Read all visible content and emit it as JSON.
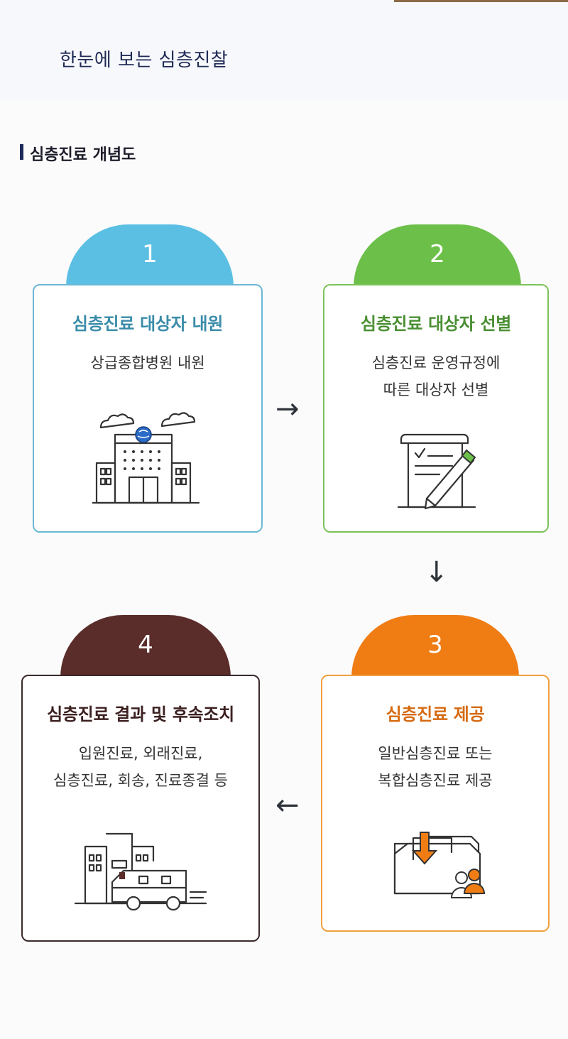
{
  "header": {
    "title": "한눈에 보는 심층진찰"
  },
  "section": {
    "title": "심층진료 개념도"
  },
  "steps": [
    {
      "number": "1",
      "title": "심층진료 대상자 내원",
      "desc_lines": [
        "상급종합병원 내원"
      ],
      "icon": "hospital-icon",
      "color": "#5bbfe3"
    },
    {
      "number": "2",
      "title": "심층진료 대상자 선별",
      "desc_lines": [
        "심층진료 운영규정에",
        "따른 대상자 선별"
      ],
      "icon": "document-pencil-icon",
      "color": "#6cc04a"
    },
    {
      "number": "3",
      "title": "심층진료 제공",
      "desc_lines": [
        "일반심층진료 또는",
        "복합심층진료 제공"
      ],
      "icon": "folder-patient-icon",
      "color": "#f07d14"
    },
    {
      "number": "4",
      "title": "심층진료 결과 및 후속조치",
      "desc_lines": [
        "입원진료, 외래진료,",
        "심층진료, 회송, 진료종결 등"
      ],
      "icon": "ambulance-hospital-icon",
      "color": "#5a2c2a"
    }
  ],
  "arrows": {
    "right": "→",
    "down": "↓",
    "left": "←"
  }
}
